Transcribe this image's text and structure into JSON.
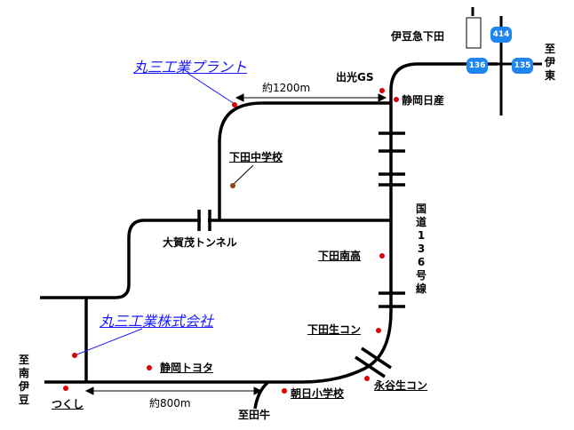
{
  "map": {
    "companies": {
      "plant": "丸三工業プラント",
      "head_office": "丸三工業株式会社"
    },
    "places": {
      "idemitsu_gs": "出光GS",
      "shizuoka_nissan": "静岡日産",
      "shimoda_jhs": "下田中学校",
      "ogamo_tunnel": "大賀茂トンネル",
      "shimoda_minami_high": "下田南高",
      "shimoda_seikon": "下田生コン",
      "nagaya_seikon": "永谷生コン",
      "asahi_elementary": "朝日小学校",
      "shizuoka_toyota": "静岡トヨタ",
      "tsukushi": "つくし",
      "izukyu_shimoda": "伊豆急下田",
      "to_minami_izu": "至南伊豆",
      "to_tagyu": "至田牛",
      "to_ito": "至伊東"
    },
    "road": {
      "national_route": "国道136号線"
    },
    "distances": {
      "plant_gs": "約1200m",
      "bottom": "約800m"
    },
    "routes": {
      "r414": "414",
      "r136a": "136",
      "r135": "135"
    },
    "colors": {
      "road": "#000000",
      "marker": "#dd0000",
      "marker_school": "#8b4513",
      "company_text": "#1a1aff",
      "route_shield": "#1e86ee"
    }
  }
}
